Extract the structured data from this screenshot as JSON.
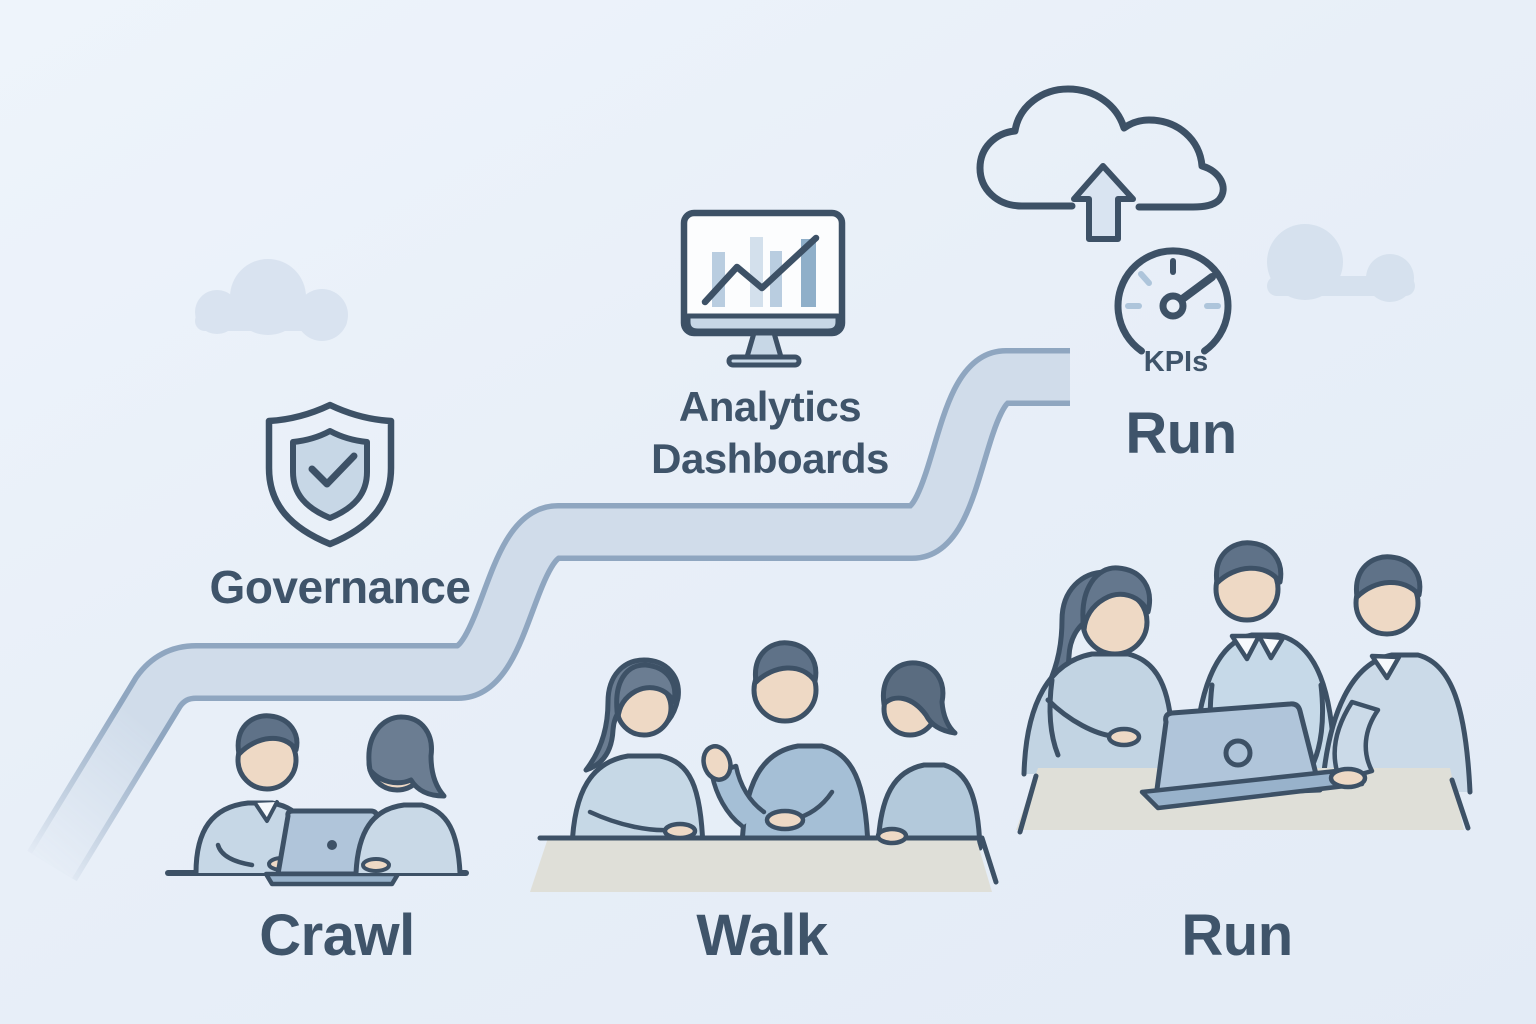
{
  "illustration": {
    "theme": "crawl-walk-run data maturity journey",
    "colors": {
      "background": "#e8eff8",
      "outline": "#3d5166",
      "label_text": "#3f546a",
      "ribbon_fill": "#d0dcea",
      "ribbon_edge": "#8fa6c0",
      "decor_cloud": "#d9e3f0",
      "skin": "#eed9c5",
      "hair": "#64778d",
      "shirt_light": "#c6d7e6",
      "shirt_medium": "#a5bfd6",
      "laptop": "#b0c5da",
      "table": "#dfdfd8"
    }
  },
  "milestones": {
    "governance": {
      "label": "Governance",
      "icon": "shield-check-icon"
    },
    "analytics": {
      "line1": "Analytics",
      "line2": "Dashboards",
      "icon": "monitor-chart-icon"
    },
    "run": {
      "label": "Run",
      "gauge_label": "KPIs",
      "icons": [
        "cloud-upload-icon",
        "speedometer-icon"
      ]
    }
  },
  "stages": [
    {
      "label": "Crawl"
    },
    {
      "label": "Walk"
    },
    {
      "label": "Run"
    }
  ]
}
